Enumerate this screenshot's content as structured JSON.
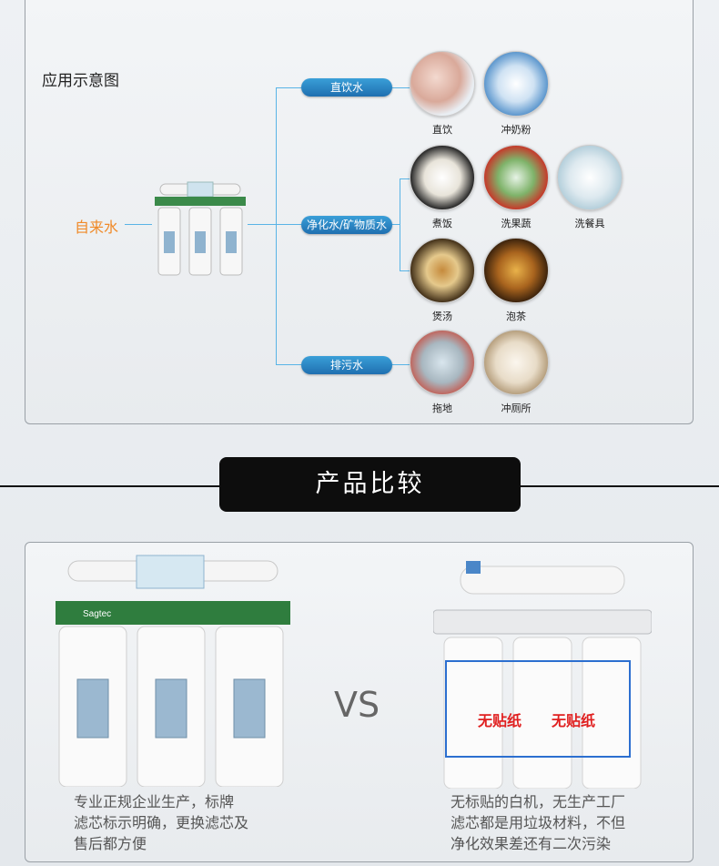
{
  "diagram": {
    "heading": "应用示意图",
    "source": "自来水",
    "branches": [
      {
        "label": "直饮水",
        "items": [
          {
            "caption": "直饮"
          },
          {
            "caption": "冲奶粉"
          }
        ]
      },
      {
        "label": "净化水/矿物质水",
        "items": [
          {
            "caption": "煮饭"
          },
          {
            "caption": "洗果蔬"
          },
          {
            "caption": "洗餐具"
          },
          {
            "caption": "煲汤"
          },
          {
            "caption": "泡茶"
          }
        ]
      },
      {
        "label": "排污水",
        "items": [
          {
            "caption": "拖地"
          },
          {
            "caption": "冲厕所"
          }
        ]
      }
    ]
  },
  "comparison": {
    "title": "产品比较",
    "vs": "VS",
    "left_desc": [
      "专业正规企业生产，标牌",
      "滤芯标示明确，更换滤芯及",
      "售后都方便"
    ],
    "right_desc": [
      "无标贴的白机，无生产工厂",
      "滤芯都是用垃圾材料，不但",
      "净化效果差还有二次污染"
    ],
    "no_label_text": "无贴纸"
  },
  "colors": {
    "accent_blue": "#1f6fb0",
    "line_blue": "#59b4e6",
    "source_orange": "#f08a28",
    "warning_red": "#e02020"
  }
}
